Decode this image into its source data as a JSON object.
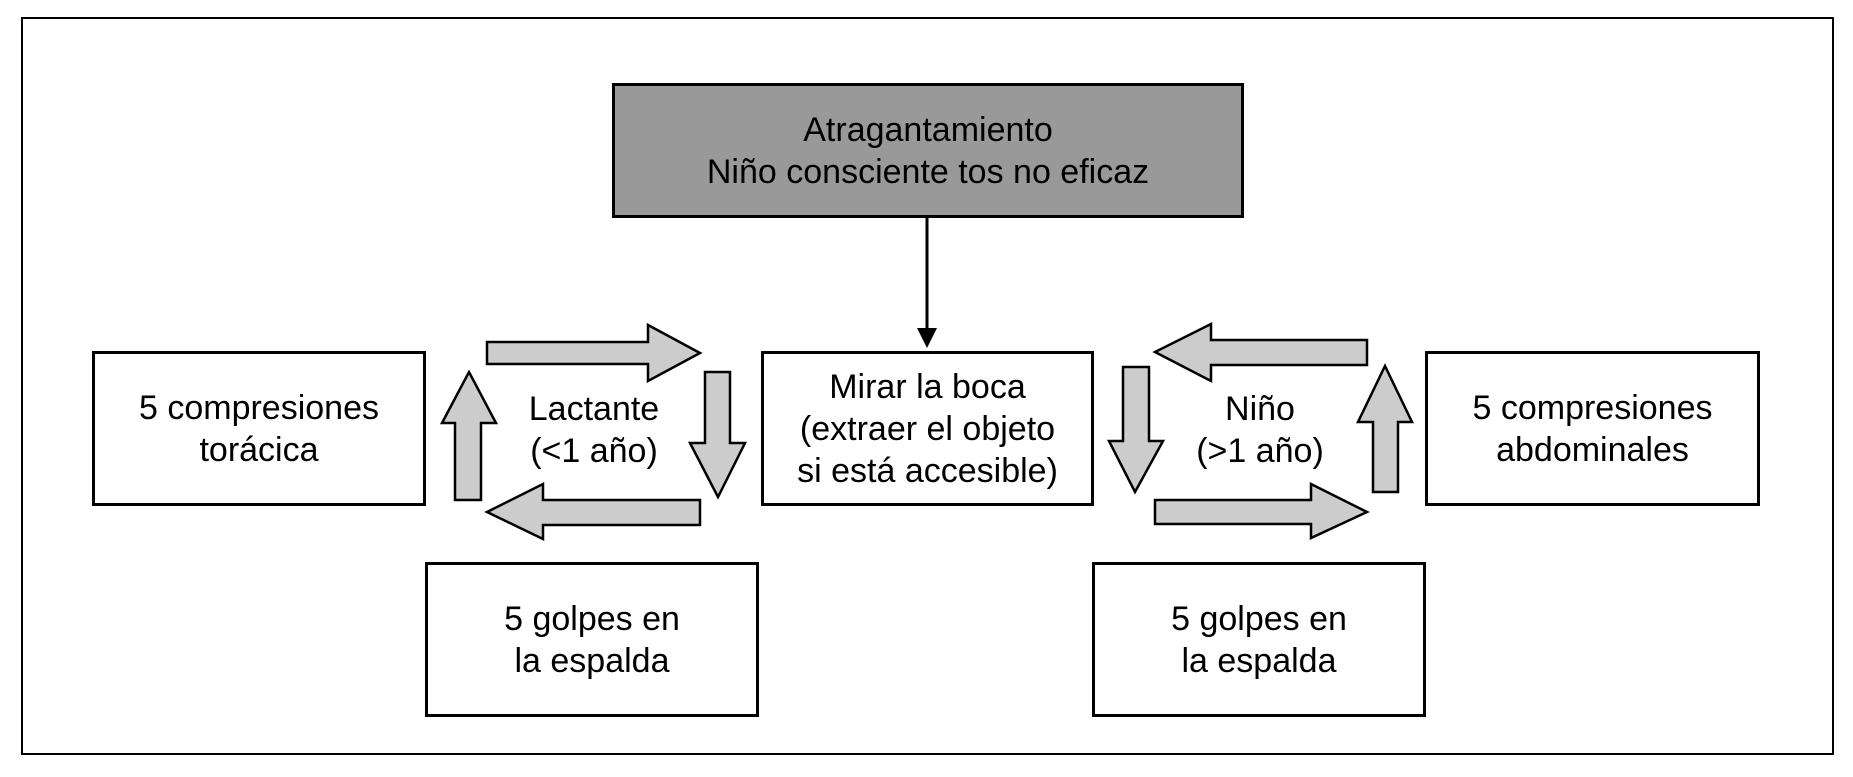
{
  "header": {
    "line1": "Atragantamiento",
    "line2": "Niño consciente tos no eficaz"
  },
  "center": {
    "line1": "Mirar la boca",
    "line2": "(extraer el objeto",
    "line3": "si está accesible)"
  },
  "lactante": {
    "label_line1": "Lactante",
    "label_line2": "(<1 año)",
    "compressions_line1": "5 compresiones",
    "compressions_line2": "torácica",
    "back_blows_line1": "5 golpes en",
    "back_blows_line2": "la espalda"
  },
  "nino": {
    "label_line1": "Niño",
    "label_line2": "(>1 año)",
    "compressions_line1": "5 compresiones",
    "compressions_line2": "abdominales",
    "back_blows_line1": "5 golpes en",
    "back_blows_line2": "la espalda"
  },
  "colors": {
    "header_fill": "#999999",
    "arrow_fill": "#cccccc",
    "border": "#000000"
  }
}
